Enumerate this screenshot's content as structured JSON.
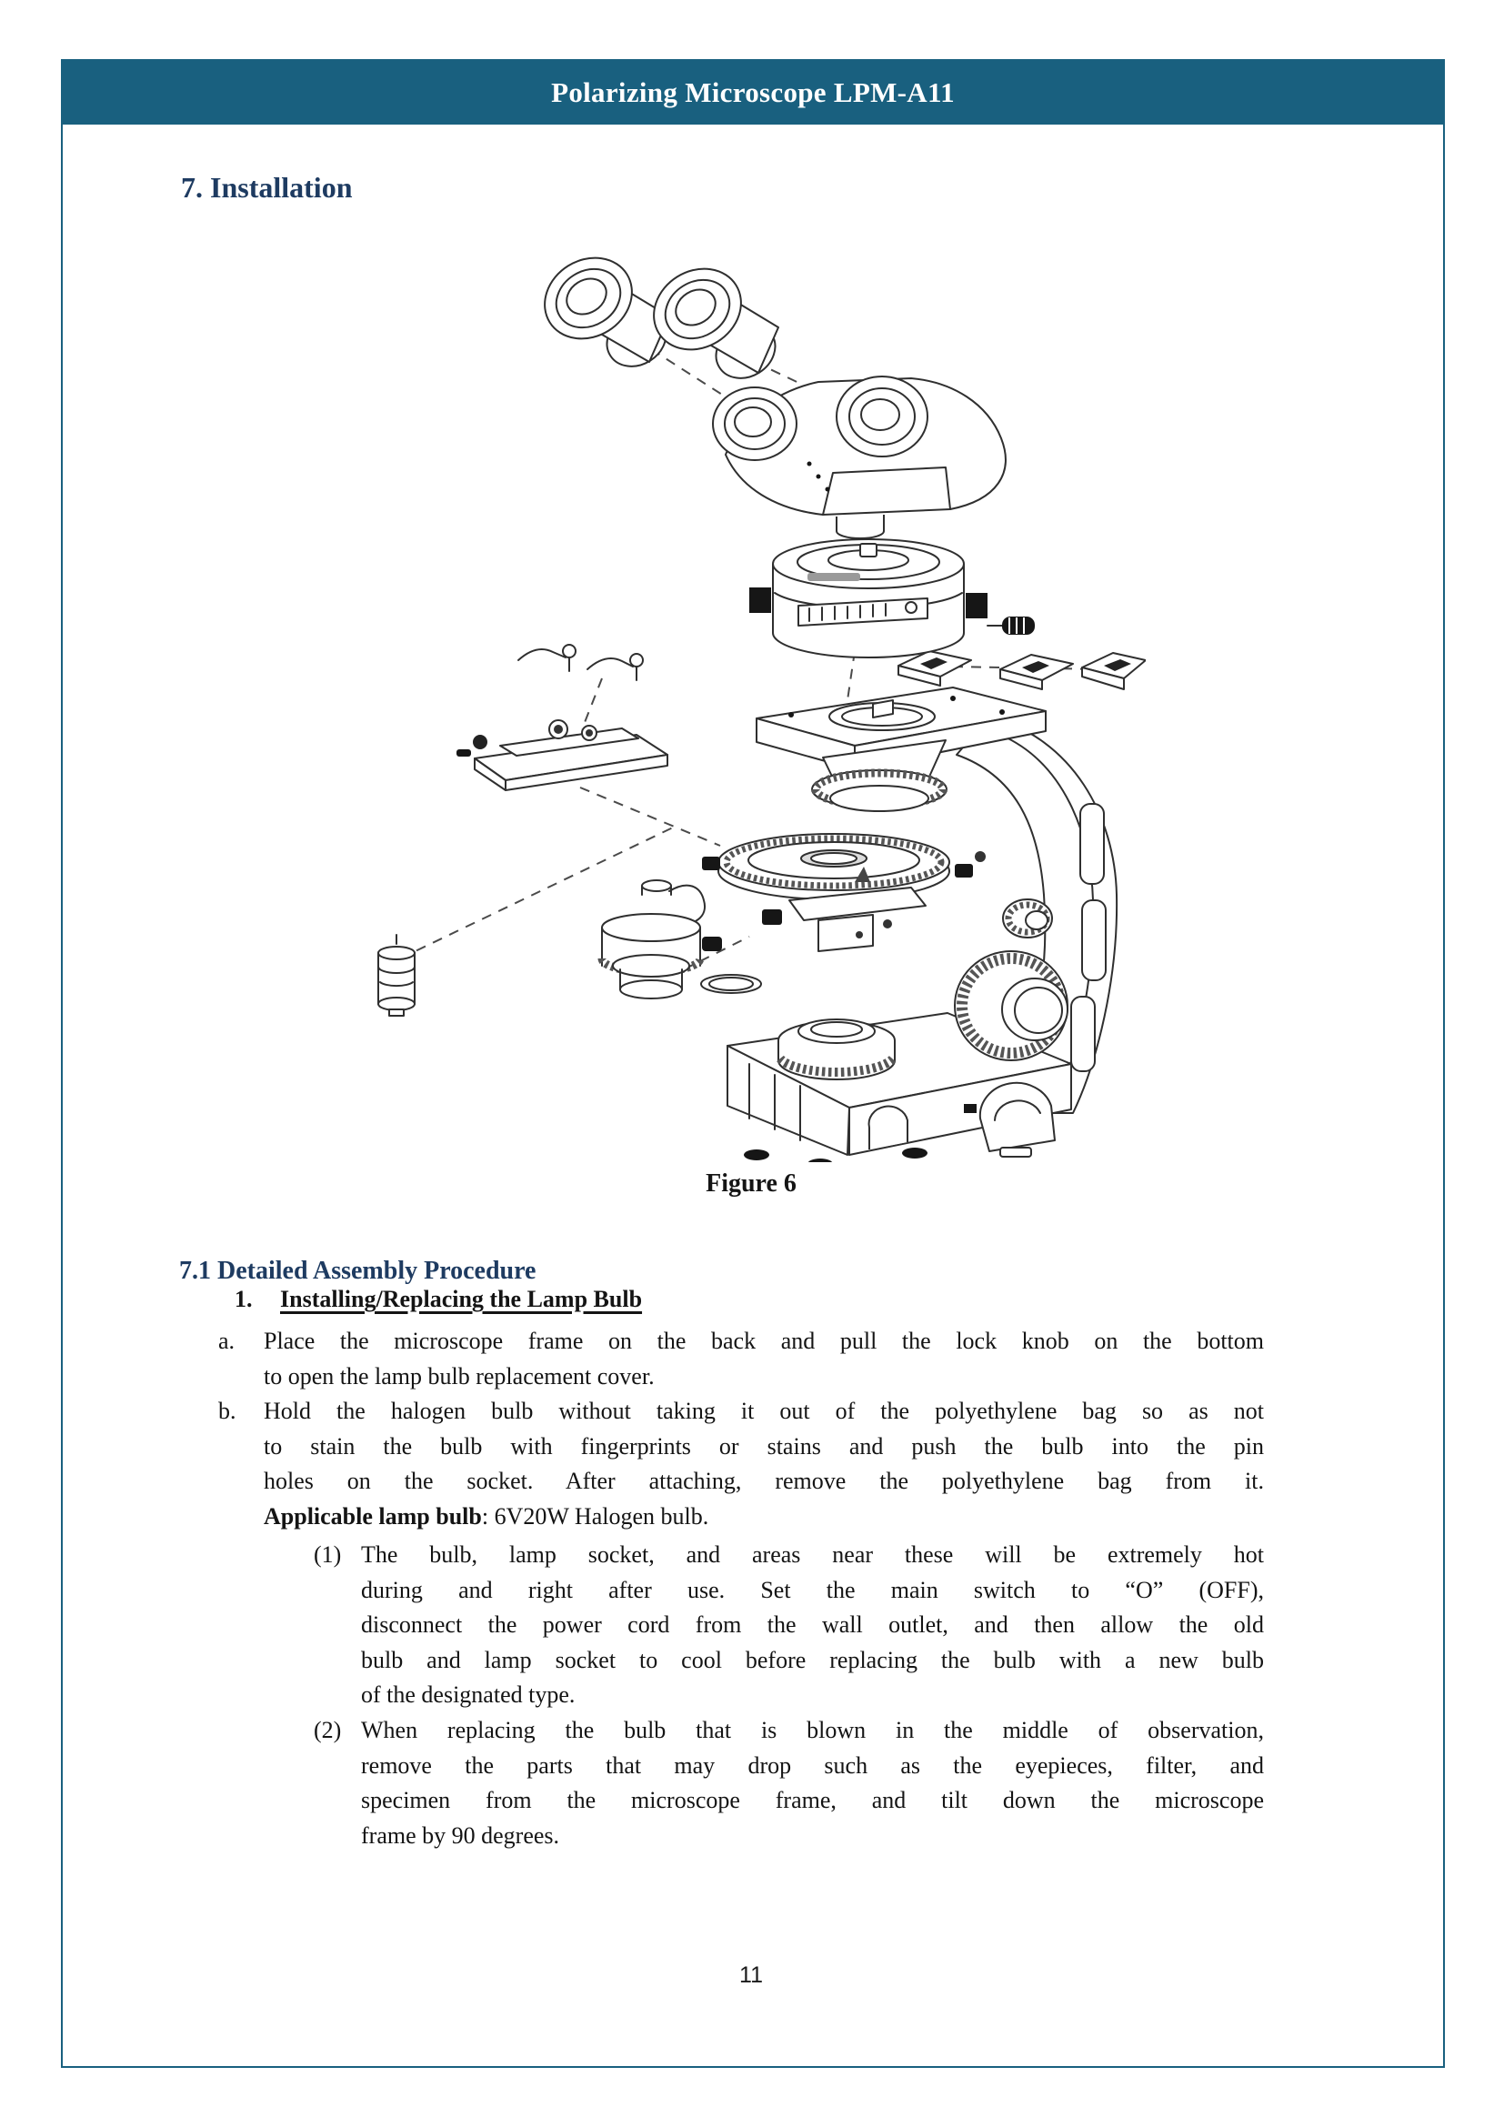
{
  "header": {
    "title": "Polarizing Microscope LPM-A11"
  },
  "section": {
    "title": "7.  Installation"
  },
  "figure": {
    "caption": "Figure 6"
  },
  "assembly": {
    "title": "7.1 Detailed Assembly Procedure",
    "step_number": "1.",
    "step_title": "Installing/Replacing the Lamp Bulb",
    "items": [
      {
        "marker": "a.",
        "lines": [
          "Place the microscope frame on the back and pull the lock knob on the bottom",
          "to open the lamp bulb replacement cover."
        ]
      },
      {
        "marker": "b.",
        "lines": [
          "Hold the halogen bulb without taking it out of the polyethylene bag so as not",
          "to stain the bulb with fingerprints or stains and push the bulb into the pin",
          "holes on the socket. After attaching, remove the polyethylene bag from it."
        ],
        "bold_label": "Applicable lamp bulb",
        "bold_suffix": ": 6V20W Halogen bulb."
      }
    ],
    "cautions": [
      {
        "marker": "(1)",
        "lines": [
          "The bulb, lamp socket, and areas near these will be extremely hot",
          "during and right after use. Set the main switch to “O” (OFF),",
          "disconnect the power cord from the wall outlet, and then allow the old",
          "bulb and lamp socket to cool before replacing the bulb with a new bulb",
          "of the designated type."
        ]
      },
      {
        "marker": "(2)",
        "lines": [
          "When replacing the bulb that is blown in the middle of observation,",
          "remove the parts that may drop such as the eyepieces, filter, and",
          "specimen from the microscope frame, and tilt down the microscope",
          "frame by 90 degrees."
        ]
      }
    ]
  },
  "footer": {
    "page_number": "11"
  },
  "colors": {
    "header_bar": "#19607F",
    "page_border": "#19607F",
    "heading": "#1E3B61",
    "body_text": "#141414"
  }
}
